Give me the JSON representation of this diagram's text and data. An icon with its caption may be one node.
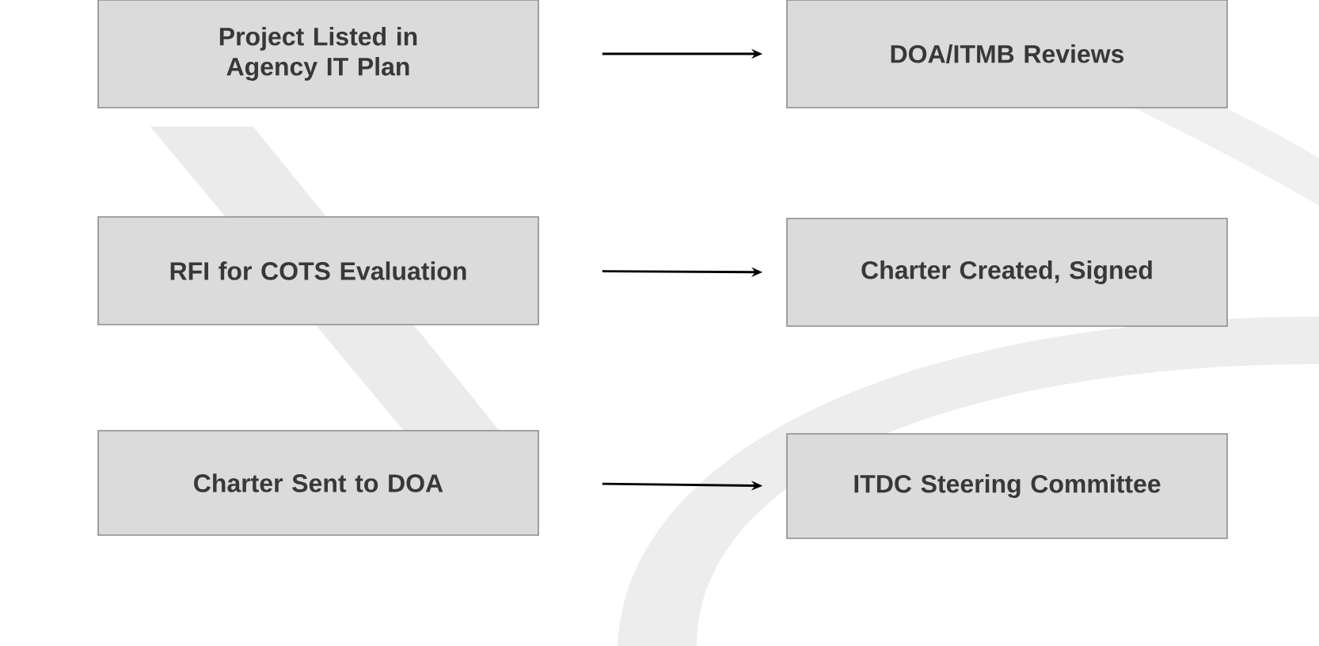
{
  "diagram": {
    "nodes": [
      {
        "text": [
          "Project Listed in Agency IT Plan"
        ]
      },
      {
        "text": [
          "DOA/ITMB Reviews"
        ]
      },
      {
        "text": [
          "RFI for COTS Evaluation"
        ]
      },
      {
        "text": [
          "Charter Created, Signed"
        ]
      },
      {
        "text": [
          "Charter Sent to DOA"
        ]
      },
      {
        "text": [
          "ITDC Steering Committee"
        ]
      }
    ],
    "edges": [
      {
        "from": 0,
        "to": 1,
        "arrow": "to"
      },
      {
        "from": 2,
        "to": 3,
        "arrow": "to"
      },
      {
        "from": 4,
        "to": 5,
        "arrow": "to"
      }
    ]
  }
}
